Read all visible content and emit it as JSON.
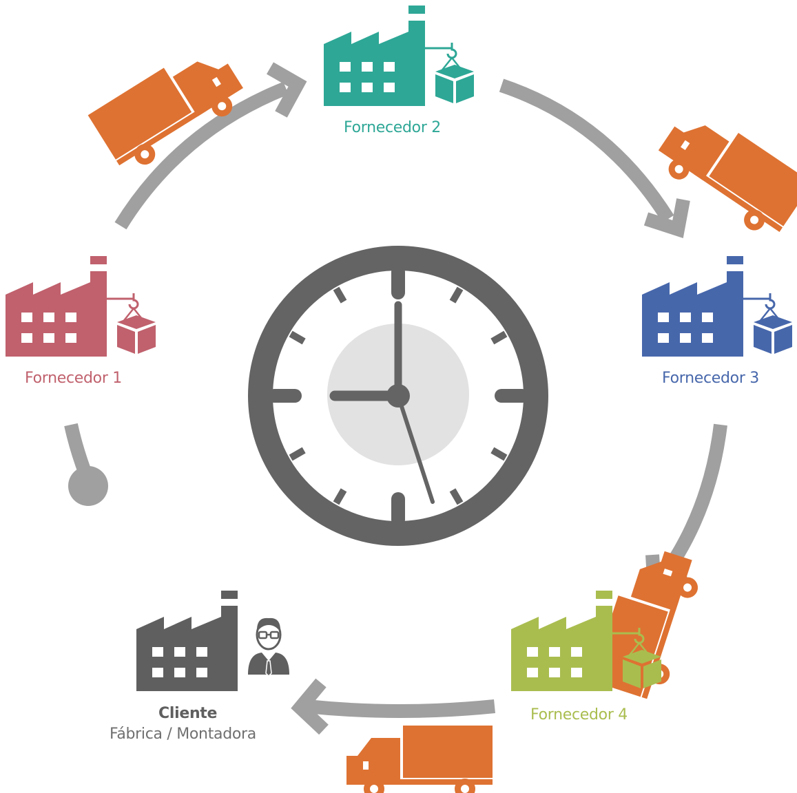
{
  "colors": {
    "fornecedor_1": "#c0616d",
    "fornecedor_2": "#2ea796",
    "fornecedor_3": "#4767ab",
    "fornecedor_4": "#a9bd4f",
    "cliente": "#5f5f5f",
    "truck": "#de7232",
    "arrow": "#a0a0a0",
    "clock": "#646464",
    "clock_face_shade": "#e2e2e2"
  },
  "nodes": {
    "fornecedor_1": {
      "label": "Fornecedor 1"
    },
    "fornecedor_2": {
      "label": "Fornecedor 2"
    },
    "fornecedor_3": {
      "label": "Fornecedor 3"
    },
    "fornecedor_4": {
      "label": "Fornecedor 4"
    },
    "cliente": {
      "title": "Cliente",
      "subtitle": "Fábrica / Montadora"
    }
  },
  "icons": {
    "factory": "factory-icon",
    "box": "box-icon",
    "truck": "truck-icon",
    "person": "person-icon",
    "clock": "clock-icon"
  },
  "clock": {
    "hour": 9,
    "minute": 0,
    "second": 27
  }
}
